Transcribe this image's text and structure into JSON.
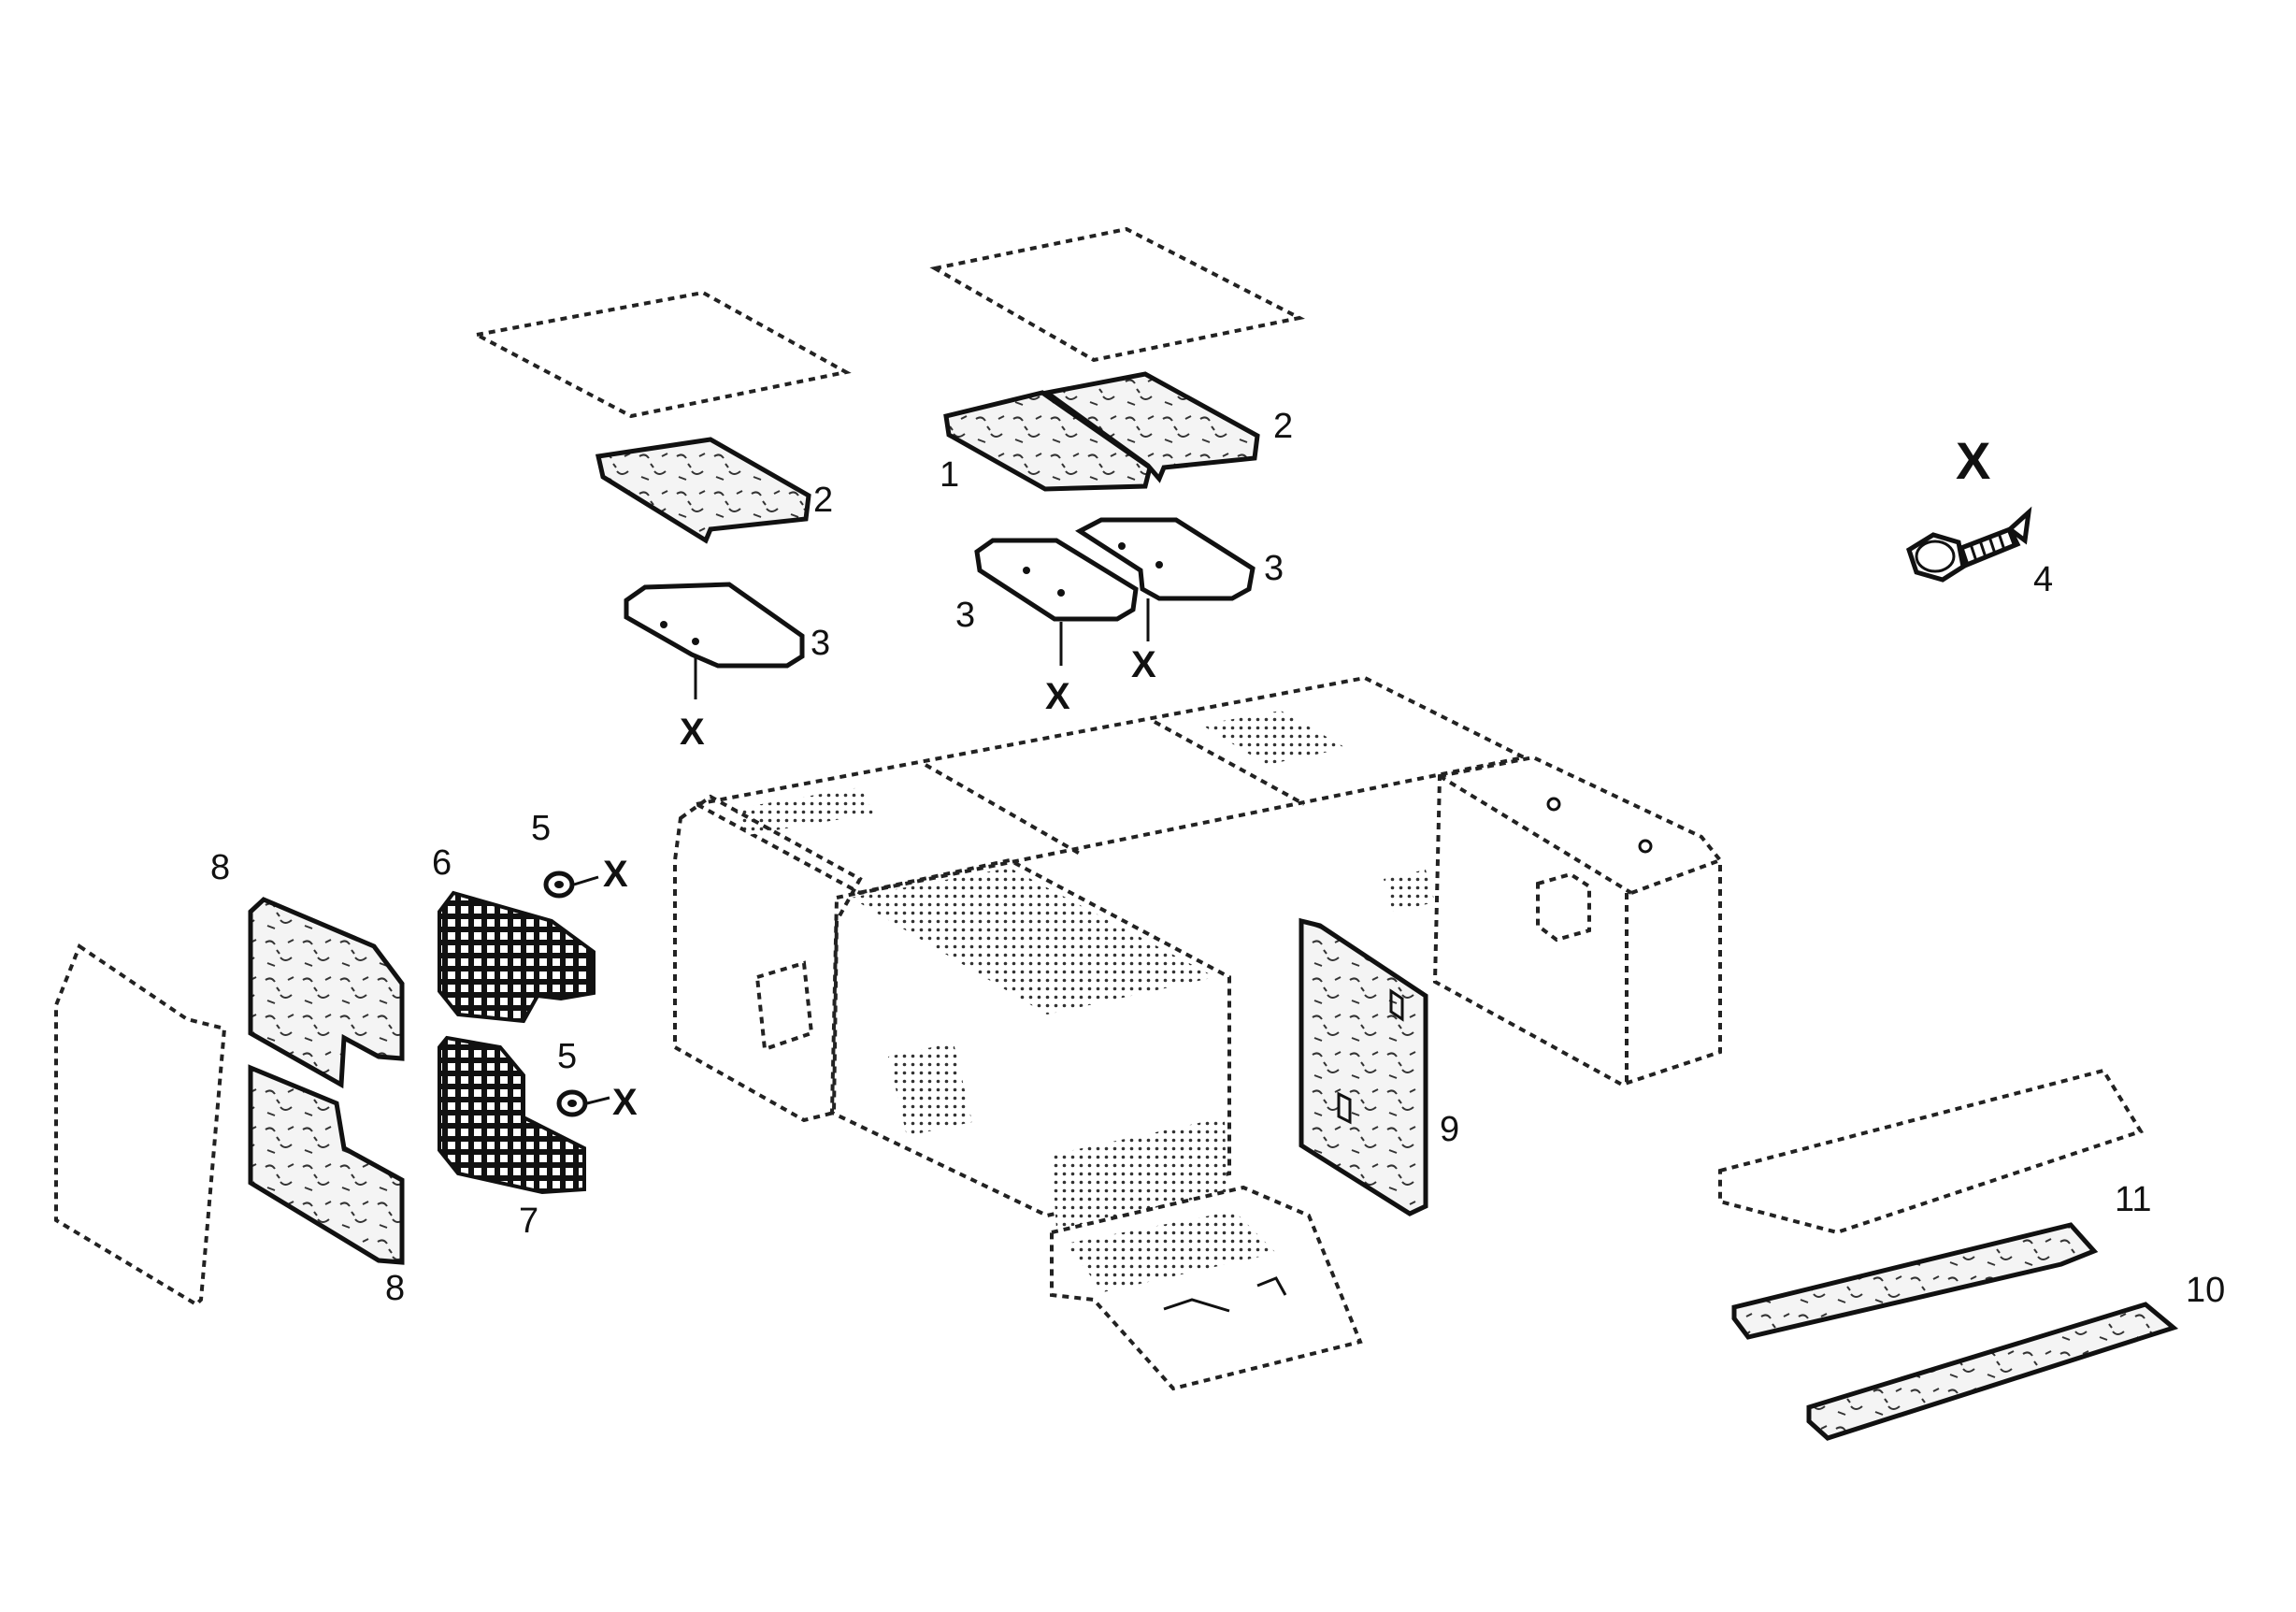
{
  "diagram": {
    "fastener_marker": "X",
    "labels": {
      "p1": "1",
      "p2a": "2",
      "p2b": "2",
      "p3a": "3",
      "p3b": "3",
      "p3c": "3",
      "p4": "4",
      "p5a": "5",
      "p5b": "5",
      "p6": "6",
      "p7": "7",
      "p8a": "8",
      "p8b": "8",
      "p9": "9",
      "p10": "10",
      "p11": "11"
    }
  }
}
